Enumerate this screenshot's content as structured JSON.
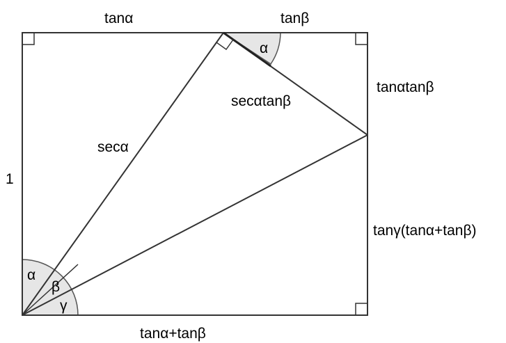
{
  "labels": {
    "top_left": "tanα",
    "top_right": "tanβ",
    "right_top": "tanαtanβ",
    "right_bottom": "tanγ(tanα+tanβ)",
    "left": "1",
    "bottom": "tanα+tanβ",
    "hyp_sec_alpha": "secα",
    "hyp_sec_alpha_tan_beta": "secαtanβ"
  },
  "angles": {
    "top_alpha": "α",
    "bottom_alpha": "α",
    "bottom_beta": "β",
    "bottom_gamma": "γ"
  },
  "colors": {
    "stroke": "#333333",
    "angle_fill": "#e6e6e6"
  }
}
